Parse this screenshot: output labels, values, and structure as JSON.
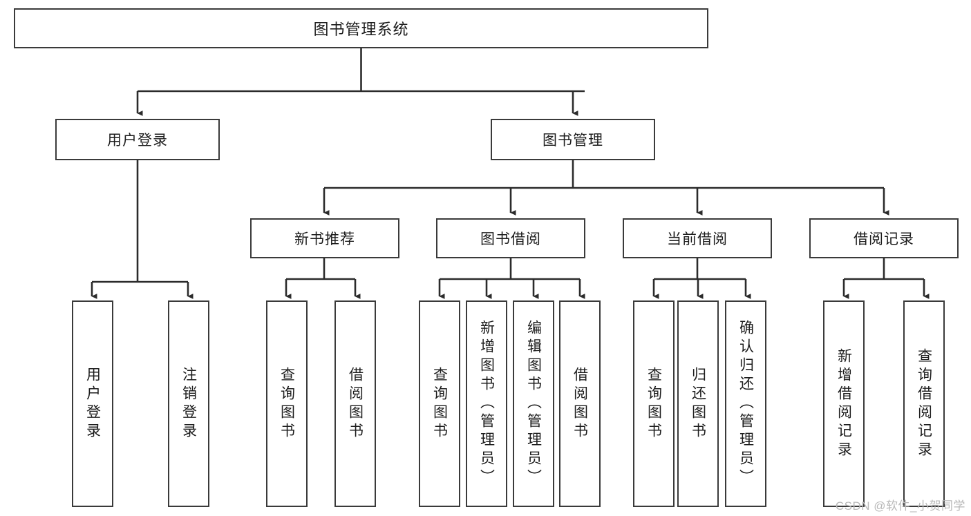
{
  "diagram": {
    "title": "图书管理系统",
    "type": "tree",
    "watermark": "CSDN @软件_小贺同学",
    "colors": {
      "box_border": "#3a3a3a",
      "box_fill": "#ffffff",
      "connector": "#2b2b2b",
      "text": "#1d1d1d",
      "watermark": "#b8b8b8",
      "background": "#ffffff"
    },
    "nodes": {
      "root": {
        "label": "图书管理系统"
      },
      "level2": [
        {
          "label": "用户登录"
        },
        {
          "label": "图书管理"
        }
      ],
      "level3": [
        {
          "label": "新书推荐"
        },
        {
          "label": "图书借阅"
        },
        {
          "label": "当前借阅"
        },
        {
          "label": "借阅记录"
        }
      ],
      "leaves_user_login": [
        {
          "label": "用户登录"
        },
        {
          "label": "注销登录"
        }
      ],
      "leaves_new_book": [
        {
          "label": "查询图书"
        },
        {
          "label": "借阅图书"
        }
      ],
      "leaves_book_borrow": [
        {
          "label": "查询图书"
        },
        {
          "label": "新增图书（管理员）"
        },
        {
          "label": "编辑图书（管理员）"
        },
        {
          "label": "借阅图书"
        }
      ],
      "leaves_current_borrow": [
        {
          "label": "查询图书"
        },
        {
          "label": "归还图书"
        },
        {
          "label": "确认归还（管理员）"
        }
      ],
      "leaves_borrow_record": [
        {
          "label": "新增借阅记录"
        },
        {
          "label": "查询借阅记录"
        }
      ]
    }
  }
}
